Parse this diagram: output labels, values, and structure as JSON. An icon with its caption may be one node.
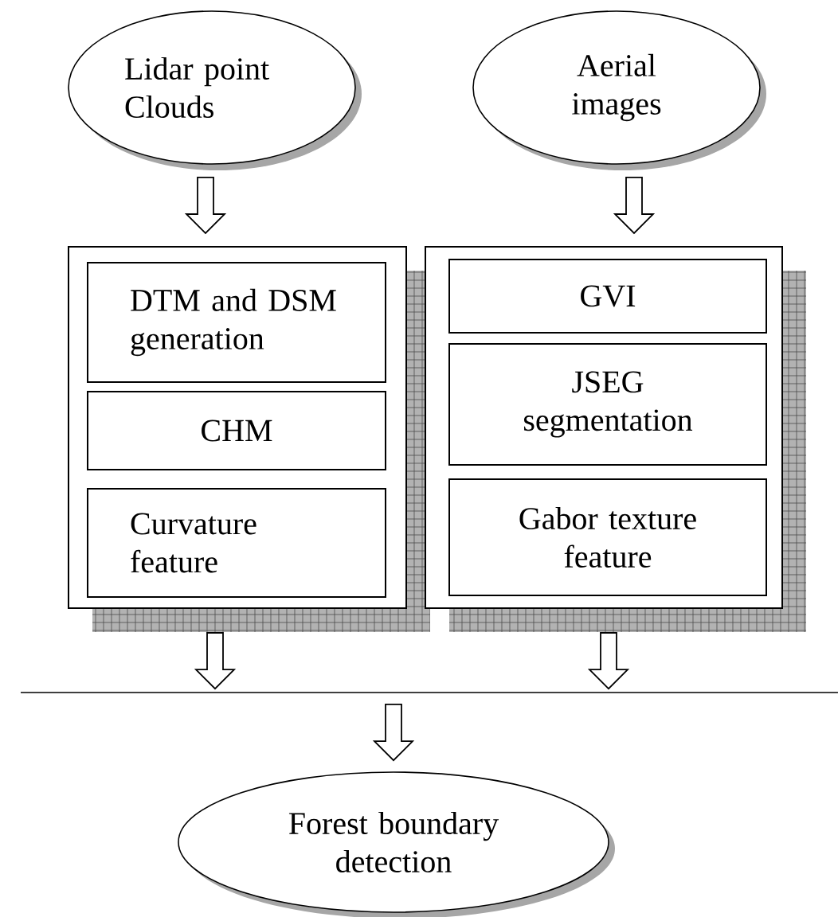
{
  "diagram": {
    "nodes": [
      {
        "text": [
          "Lidar point Clouds"
        ]
      },
      {
        "text": [
          "Aerial images"
        ]
      },
      {
        "text": [],
        "shape": "box"
      },
      {
        "text": [
          "DTM and DSM generation"
        ],
        "in": 2
      },
      {
        "text": [
          "CHM"
        ],
        "in": 2
      },
      {
        "text": [
          "Curvature feature"
        ],
        "in": 2
      },
      {
        "text": [],
        "shape": "box"
      },
      {
        "text": [
          "GVI"
        ],
        "in": 6
      },
      {
        "text": [
          "JSEG segmentation"
        ],
        "in": 6
      },
      {
        "text": [
          "Gabor texture feature"
        ],
        "in": 6
      },
      {
        "text": [],
        "shape": "line"
      },
      {
        "text": [
          "Forest boundary detection"
        ]
      }
    ],
    "edges": [
      {
        "from": 0,
        "to": 2,
        "arrow": "to"
      },
      {
        "from": 1,
        "to": 6,
        "arrow": "to"
      },
      {
        "from": 2,
        "to": 10,
        "arrow": "to"
      },
      {
        "from": 6,
        "to": 10,
        "arrow": "to"
      },
      {
        "from": 10,
        "to": 11,
        "arrow": "to"
      }
    ]
  }
}
